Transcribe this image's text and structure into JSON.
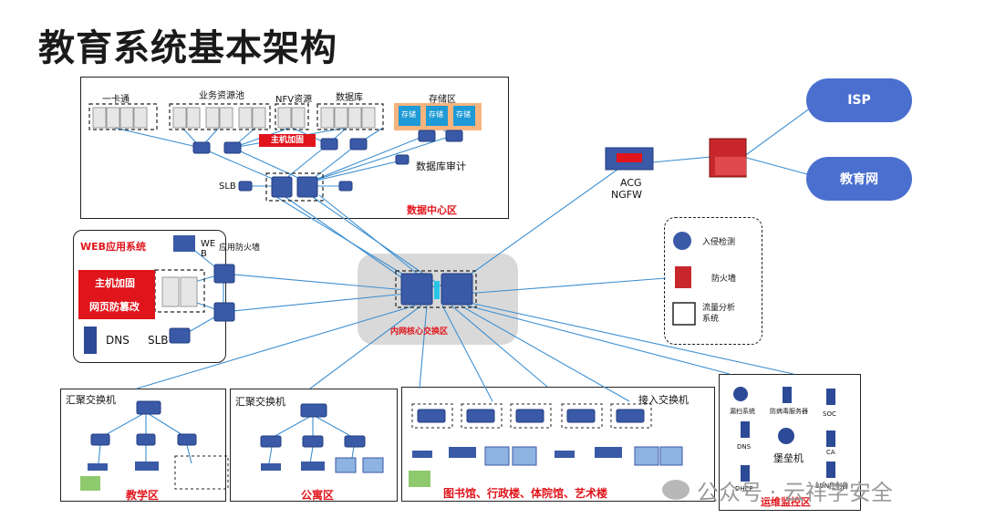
{
  "title": "教育系统基本架构",
  "datacenter": {
    "yikatong": "一卡通",
    "business_pool": "业务资源池",
    "nfv": "NFV资源",
    "database": "数据库",
    "storage": "存储区",
    "storage_cell": "存储",
    "host_hardening": "主机加固",
    "db_audit": "数据库审计",
    "slb": "SLB",
    "zone_name": "数据中心区"
  },
  "internet": {
    "acg": "ACG",
    "ngfw": "NGFW",
    "isp": "ISP",
    "edu_net": "教育网"
  },
  "web": {
    "zone_name": "WEB应用系统",
    "web_label": "WE B",
    "waf": "应用防火墙",
    "host_hardening": "主机加固",
    "anti_tamper": "网页防篡改",
    "dns": "DNS",
    "slb": "SLB"
  },
  "core": {
    "zone_name": "内网核心交换区"
  },
  "legend": {
    "ids": "入侵检测",
    "firewall": "防火墙",
    "traffic": "流量分析系统"
  },
  "bottom": {
    "teaching_agg": "汇聚交换机",
    "teaching_zone": "教学区",
    "dorm_agg": "汇聚交换机",
    "dorm_zone": "公寓区",
    "access_switch": "接入交换机",
    "library_zone": "图书馆、行政楼、体院馆、艺术楼"
  },
  "ops": {
    "scan": "漏扫系统",
    "antivirus": "防病毒服务器",
    "soc": "SOC",
    "dns": "DNS",
    "bastion": "堡垒机",
    "ca": "CA",
    "dhcp": "DHCP",
    "sdn": "SDN控制器",
    "zone_name": "运维监控区"
  },
  "watermark": "公众号 · 云祥学安全",
  "colors": {
    "accent_red": "#e0141b",
    "link_blue": "#3d8fd1",
    "switch_blue": "#3a5aa8",
    "cloud_blue": "#4a6fcf"
  }
}
